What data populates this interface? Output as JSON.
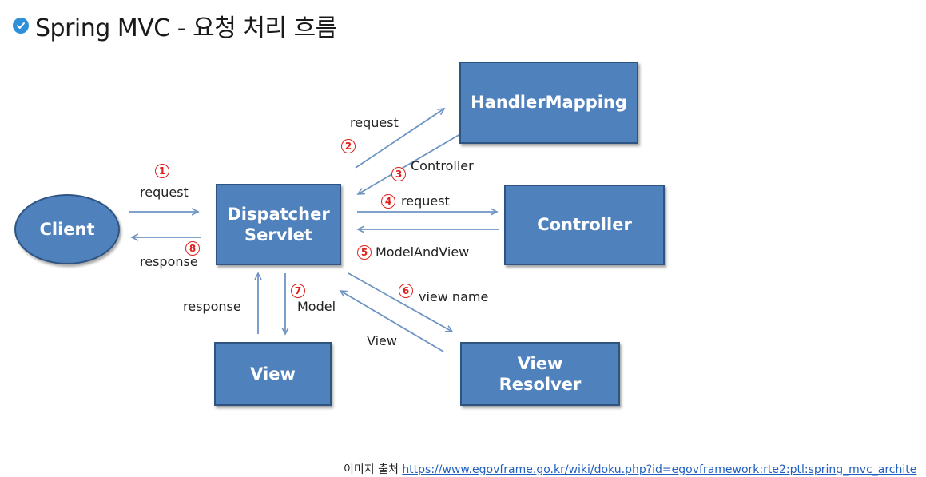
{
  "title": "Spring MVC - 요청 처리 흐름",
  "colors": {
    "box_fill": "#4f81bd",
    "box_border": "#2f5482",
    "arrow": "#6e94c2",
    "step_marker": "#e0201a",
    "title_icon": "#2f8fd8"
  },
  "icons": {
    "title_icon": "check-circle-icon"
  },
  "nodes": {
    "client": "Client",
    "dispatcher": "Dispatcher\nServlet",
    "handler_mapping": "HandlerMapping",
    "controller": "Controller",
    "view": "View",
    "view_resolver": "View\nResolver"
  },
  "steps": {
    "s1": {
      "num": "1",
      "label": "request"
    },
    "s2": {
      "num": "2",
      "label": "request"
    },
    "s3": {
      "num": "3",
      "label": "Controller"
    },
    "s4": {
      "num": "4",
      "label": "request"
    },
    "s5": {
      "num": "5",
      "label": "ModelAndView"
    },
    "s6": {
      "num": "6",
      "label": "view name"
    },
    "s7": {
      "num": "7",
      "label": "Model"
    },
    "s8": {
      "num": "8",
      "label": "response"
    }
  },
  "extra_labels": {
    "view_back": "View",
    "view_response": "response"
  },
  "source": {
    "prefix": "이미지 출처",
    "url": "https://www.egovframe.go.kr/wiki/doku.php?id=egovframework:rte2:ptl:spring_mvc_archite"
  }
}
